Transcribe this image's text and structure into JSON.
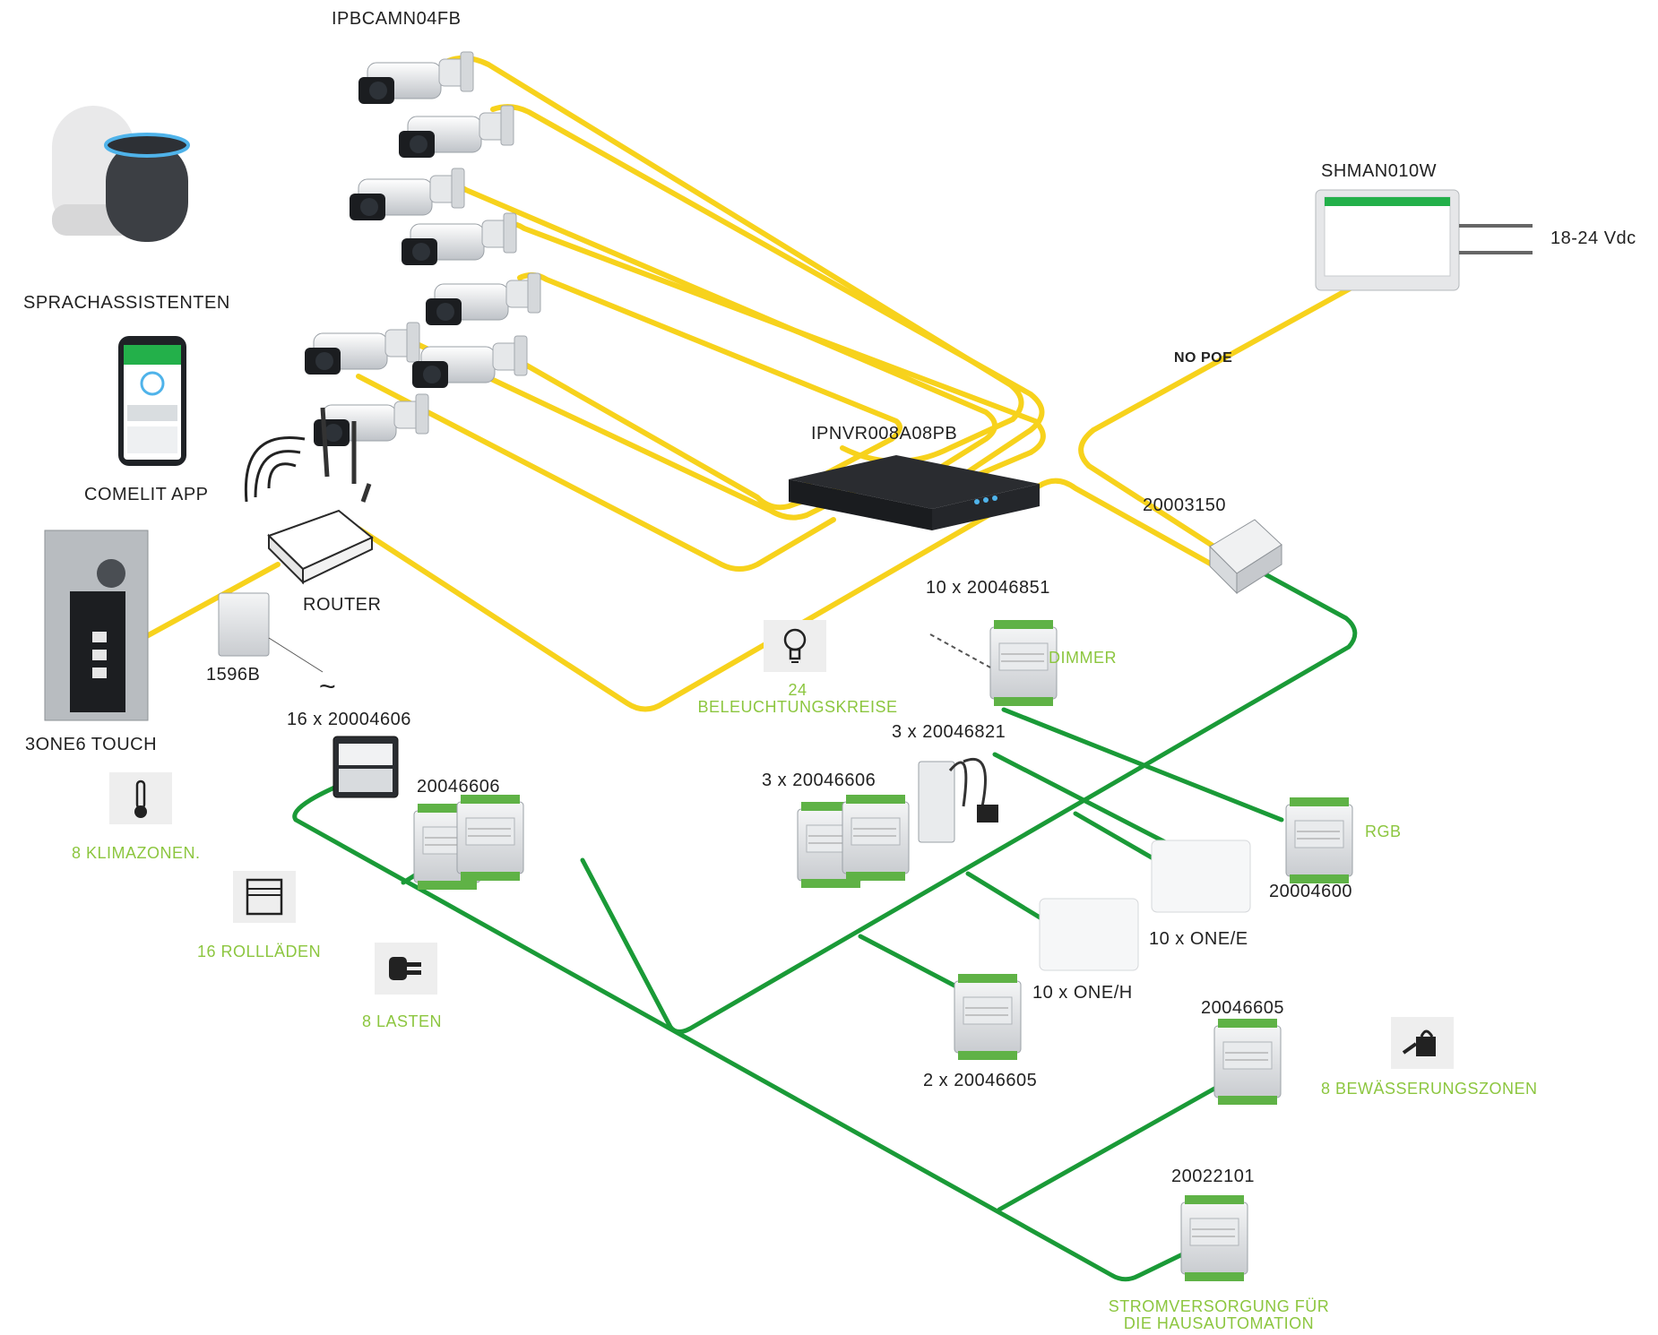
{
  "devices": {
    "cameras": "IPBCAMN04FB",
    "nvr": "IPNVR008A08PB",
    "monitor": "SHMAN010W",
    "power_label": "18-24 Vdc",
    "no_poe": "NO POE",
    "router": "ROUTER",
    "voice": "SPRACHASSISTENTEN",
    "app": "COMELIT APP",
    "door_panel": "3ONE6 TOUCH",
    "psu_small": "1596B",
    "ac_symbol": "~",
    "actuators_16": "16 x 20004606",
    "module_20046606": "20046606",
    "gateway": "20003150",
    "dimmers": "10 x 20046851",
    "meters": "3 x 20046821",
    "modules_3x": "3 x 20046606",
    "rgb_module": "20004600",
    "one_e": "10 x ONE/E",
    "one_h": "10 x ONE/H",
    "modules_2x": "2 x 20046605",
    "module_20046605": "20046605",
    "psu_bus": "20022101"
  },
  "functions": {
    "dimmer": "DIMMER",
    "rgb": "RGB",
    "lighting_count": "24",
    "lighting": "BELEUCHTUNGSKREISE",
    "climate": "8 KLIMAZONEN.",
    "shutters": "16 ROLLLÄDEN",
    "loads": "8 LASTEN",
    "irrigation": "8 BEWÄSSERUNGSZONEN",
    "power_line1": "STROMVERSORGUNG FÜR",
    "power_line2": "DIE HAUSAUTOMATION"
  },
  "colors": {
    "lan_cable": "#f7d21c",
    "bus_cable": "#1a9a37",
    "function_text": "#8cc63f"
  },
  "icons": [
    "lightbulb-icon",
    "thermometer-icon",
    "shutter-icon",
    "plug-icon",
    "watering-can-icon",
    "wifi-icon"
  ]
}
